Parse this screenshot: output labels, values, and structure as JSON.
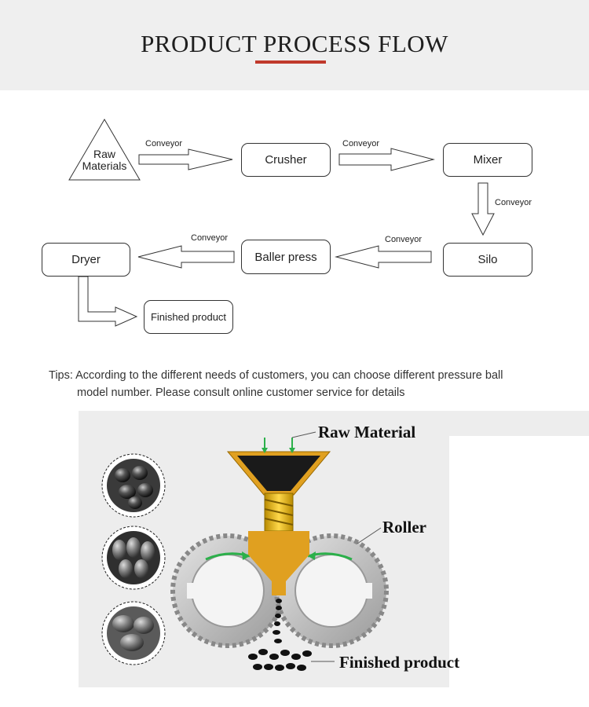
{
  "header": {
    "title": "PRODUCT PROCESS FLOW"
  },
  "flow": {
    "raw_materials": "Raw\nMaterials",
    "crusher": "Crusher",
    "mixer": "Mixer",
    "silo": "Silo",
    "baller_press": "Baller press",
    "dryer": "Dryer",
    "finished_product": "Finished product",
    "conveyor": "Conveyor"
  },
  "tips": {
    "prefix": "Tips:",
    "line1": "According to the different needs of customers, you can choose different pressure ball",
    "line2": "model number. Please consult online customer service for details"
  },
  "machine": {
    "raw_material": "Raw Material",
    "roller": "Roller",
    "finished_product": "Finished product"
  }
}
